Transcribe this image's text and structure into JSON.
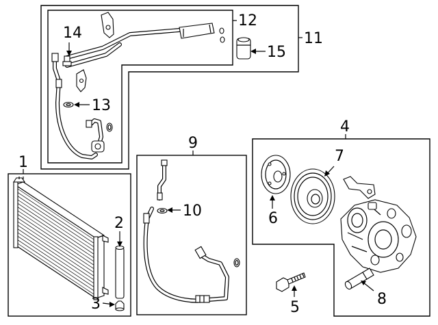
{
  "callouts": {
    "c1": "1",
    "c2": "2",
    "c3": "3",
    "c4": "4",
    "c5": "5",
    "c6": "6",
    "c7": "7",
    "c8": "8",
    "c9": "9",
    "c10": "10",
    "c11": "11",
    "c12": "12",
    "c13": "13",
    "c14": "14",
    "c15": "15"
  },
  "colors": {
    "line": "#000000",
    "background": "#ffffff"
  },
  "parts_drawn": [
    "condenser",
    "receiver-drier",
    "drier-plug",
    "compressor",
    "compressor-bolt",
    "clutch-plate",
    "clutch-pulley",
    "pressure-switch",
    "discharge-hose",
    "discharge-o-ring",
    "suction-line-assembly",
    "liquid-line",
    "line-o-ring",
    "service-valve",
    "expansion-valve"
  ]
}
